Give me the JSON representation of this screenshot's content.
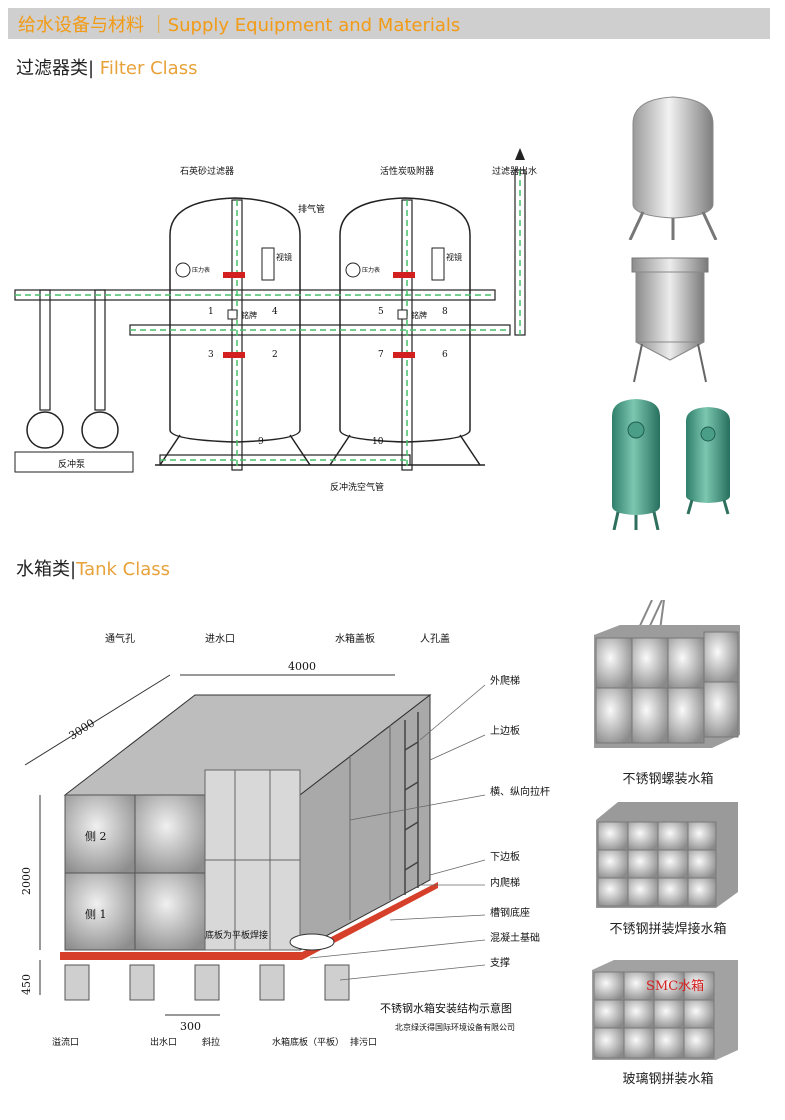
{
  "header": {
    "title": "给水设备与材料 ｜Supply Equipment and Materials"
  },
  "filter_section": {
    "title_cn": "过滤器类",
    "title_sep": "|",
    "title_en": " Filter Class",
    "diagram": {
      "label_quartz": "石英砂过滤器",
      "label_carbon": "活性炭吸附器",
      "label_vent": "排气管",
      "label_outlet": "过滤器出水",
      "label_sight1": "视镜",
      "label_sight2": "视镜",
      "label_plate1": "铭牌",
      "label_plate2": "铭牌",
      "label_pump": "反冲泵",
      "label_backwash": "反冲洗空气管",
      "num1": "1",
      "num2": "2",
      "num3": "3",
      "num4": "4",
      "num5": "5",
      "num6": "6",
      "num7": "7",
      "num8": "8",
      "num9": "9",
      "num10": "10",
      "gauge1": "压力表",
      "gauge2": "压力表"
    }
  },
  "tank_section": {
    "title_cn": "水箱类",
    "title_sep": "|",
    "title_en": "Tank Class",
    "diagram": {
      "vent": "通气孔",
      "inlet": "进水口",
      "cover": "水箱盖板",
      "manhole": "人孔盖",
      "dim_4000": "4000",
      "dim_3000": "3000",
      "dim_2000": "2000",
      "dim_450": "450",
      "dim_300": "300",
      "outer_ladder": "外爬梯",
      "top_plate": "上边板",
      "tie_rod": "横、纵向拉杆",
      "bottom_plate": "下边板",
      "inner_ladder": "内爬梯",
      "steel_base": "槽钢底座",
      "concrete": "混凝土基础",
      "support": "支撑",
      "side2": "侧 2",
      "side1": "侧 1",
      "floor_note": "底板为平板焊接",
      "overflow": "溢流口",
      "outlet": "出水口",
      "slope": "斜拉",
      "floor": "水箱底板（平板）",
      "drain": "排污口",
      "diagram_title": "不锈钢水箱安装结构示意图",
      "company": "北京绿沃得国际环境设备有限公司"
    },
    "products": [
      {
        "caption": "不锈钢螺装水箱"
      },
      {
        "caption": "不锈钢拼装焊接水箱"
      },
      {
        "caption": "玻璃钢拼装水箱",
        "label": "SMC水箱"
      }
    ]
  }
}
